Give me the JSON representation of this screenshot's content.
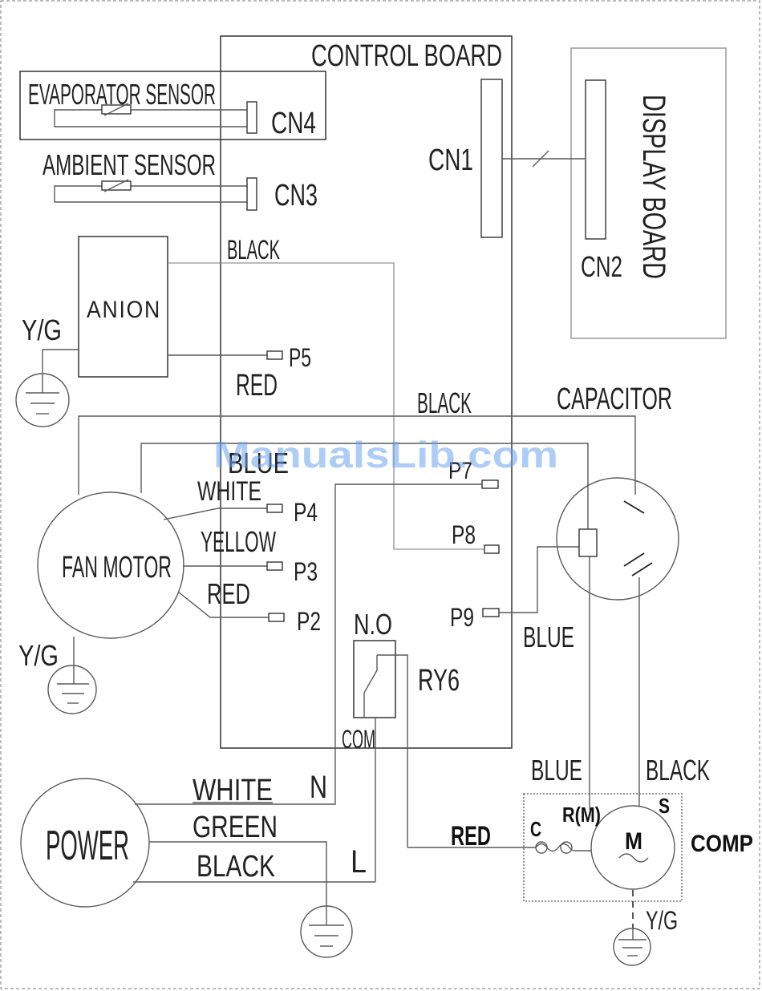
{
  "control_board": {
    "title": "CONTROL BOARD"
  },
  "display_board": {
    "title": "DISPLAY BOARD",
    "connector": "CN2"
  },
  "connectors": {
    "cn1": "CN1",
    "cn3": "CN3",
    "cn4": "CN4"
  },
  "sensors": {
    "evaporator": "EVAPORATOR SENSOR",
    "ambient": "AMBIENT SENSOR"
  },
  "anion": {
    "label": "ANION",
    "ground": "Y/G"
  },
  "terminals": {
    "p2": "P2",
    "p3": "P3",
    "p4": "P4",
    "p5": "P5",
    "p7": "P7",
    "p8": "P8",
    "p9": "P9"
  },
  "fan_motor": {
    "label": "FAN MOTOR",
    "ground": "Y/G"
  },
  "relay": {
    "label": "RY6",
    "no": "N.O",
    "com": "COM"
  },
  "capacitor": {
    "label": "CAPACITOR"
  },
  "power": {
    "label": "POWER",
    "n": "N",
    "l": "L"
  },
  "compressor": {
    "label": "COMP",
    "motor": "M",
    "c": "C",
    "r": "R(M)",
    "s": "S",
    "ground": "Y/G"
  },
  "wire_colors": {
    "anion_black": "BLACK",
    "anion_red": "RED",
    "cap_black": "BLACK",
    "fan_blue": "BLUE",
    "fan_white": "WHITE",
    "fan_yellow": "YELLOW",
    "fan_red": "RED",
    "p9_blue": "BLUE",
    "comp_blue": "BLUE",
    "comp_black": "BLACK",
    "power_white": "WHITE",
    "power_green": "GREEN",
    "power_black": "BLACK",
    "relay_red": "RED"
  },
  "watermark": "ManualsLib.com"
}
